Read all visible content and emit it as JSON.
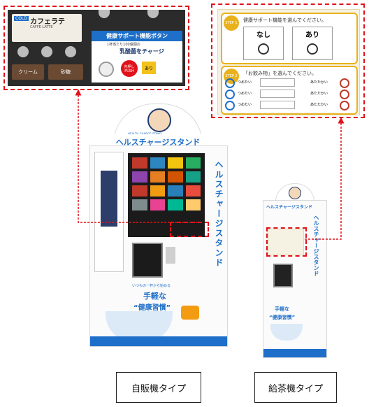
{
  "left_inset": {
    "product_name": "カフェラテ",
    "product_sub": "CAFFE LATTE",
    "cold_label": "COLD",
    "button_title": "健康サポート機能ボタン",
    "charge_text": "乳酸菌をチャージ",
    "lactic_note": "1杯当たり100億個の",
    "push_label": "先押しPUSH",
    "ari_label": "あり",
    "cream_label": "クリーム",
    "sugar_label": "砂糖"
  },
  "right_inset": {
    "step1": "STEP 1",
    "step1_prompt": "健康サポート機能を選んでください。",
    "opt_none": "なし",
    "opt_ari": "あり",
    "step2": "STEP 2",
    "step2_prompt": "「お飲み物」を選んでください。",
    "cold_label": "つめたい",
    "hot_label": "あたたかい"
  },
  "vending": {
    "brand": "ヘルスチャージスタンド",
    "brand_sub": "HEALTH CHARGE STAND",
    "slogan_small": "いつもの一杯から始める",
    "slogan_big1": "手軽な",
    "slogan_big2": "“健康習慣”"
  },
  "tea": {
    "brand": "ヘルスチャージスタンド",
    "slogan_big1": "手軽な",
    "slogan_big2": "“健康習慣”"
  },
  "captions": {
    "vending_type": "自販機タイプ",
    "tea_type": "給茶機タイプ"
  }
}
